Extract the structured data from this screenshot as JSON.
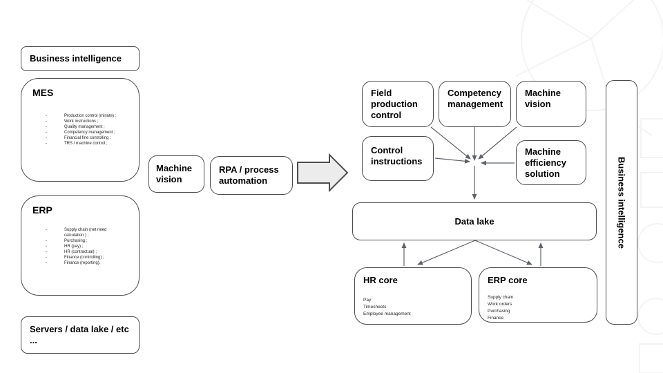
{
  "colors": {
    "background": "#ffffff",
    "box_border": "#4a4a4a",
    "connector": "#5f6368",
    "flow_arrow_fill": "#ececec",
    "flow_arrow_stroke": "#4d4d4d",
    "watermark": "#f3f3f3",
    "text": "#000000"
  },
  "bullet": "-",
  "left_column": {
    "business_intelligence_label": "Business intelligence",
    "mes": {
      "title": "MES",
      "items": [
        "Production control (minute) ;",
        "Work instructions ;",
        "Quality management ;",
        "Competency management ;",
        "Financial fine controlling ;",
        "TRS / machine control ;"
      ]
    },
    "erp": {
      "title": "ERP",
      "items": [
        "Supply chain (net need\ncalculation ) ;",
        "Purchasing ;",
        "HR (pay) ;",
        "HR (contractual) ;",
        "Finance (controlling) ;",
        "Finance (reporting)."
      ]
    },
    "servers_label": "Servers / data lake / etc\n..."
  },
  "middle": {
    "machine_vision_label": "Machine\nvision",
    "rpa_label": "RPA / process\nautomation"
  },
  "right": {
    "field_production_control_label": "Field\nproduction\ncontrol",
    "competency_management_label": "Competency\nmanagement",
    "machine_vision_label": "Machine\nvision",
    "control_instructions_label": "Control\ninstructions",
    "machine_efficiency_label": "Machine\nefficiency\nsolution",
    "data_lake_label": "Data lake",
    "hr_core": {
      "title": "HR core",
      "items": [
        "Pay",
        "Timesheets",
        "Employee management"
      ]
    },
    "erp_core": {
      "title": "ERP core",
      "items": [
        "Supply chain",
        "Work orders",
        "Purchasing",
        "Finance"
      ]
    },
    "business_intelligence_label": "Business intelligence"
  }
}
